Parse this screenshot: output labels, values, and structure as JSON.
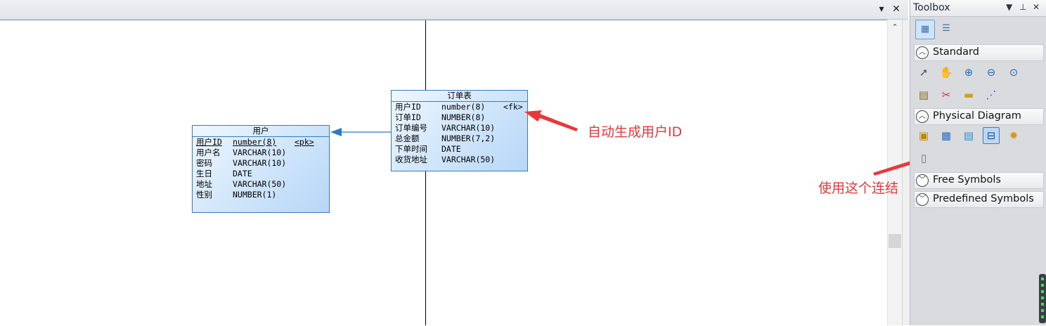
{
  "window": {
    "pin_icon": "▼",
    "close_icon": "✕"
  },
  "diagram": {
    "user_table": {
      "name": "用户",
      "columns": [
        {
          "name": "用户ID",
          "type": "number(8)",
          "key": "<pk>",
          "underline": true
        },
        {
          "name": "用户名",
          "type": "VARCHAR(10)",
          "key": ""
        },
        {
          "name": "密码",
          "type": "VARCHAR(10)",
          "key": ""
        },
        {
          "name": "生日",
          "type": "DATE",
          "key": ""
        },
        {
          "name": "地址",
          "type": "VARCHAR(50)",
          "key": ""
        },
        {
          "name": "性别",
          "type": "NUMBER(1)",
          "key": ""
        }
      ]
    },
    "order_table": {
      "name": "订单表",
      "columns": [
        {
          "name": "用户ID",
          "type": "number(8)",
          "key": "<fk>"
        },
        {
          "name": "订单ID",
          "type": "NUMBER(8)",
          "key": ""
        },
        {
          "name": "订单编号",
          "type": "VARCHAR(10)",
          "key": ""
        },
        {
          "name": "总金额",
          "type": "NUMBER(7,2)",
          "key": ""
        },
        {
          "name": "下单时间",
          "type": "DATE",
          "key": ""
        },
        {
          "name": "收货地址",
          "type": "VARCHAR(50)",
          "key": ""
        }
      ]
    },
    "annotations": {
      "auto_fk": "自动生成用户ID",
      "use_link": "使用这个连结"
    },
    "annotation_color": "#e8383b"
  },
  "toolbox": {
    "title": "Toolbox",
    "sections": {
      "standard": "Standard",
      "physical": "Physical Diagram",
      "free": "Free Symbols",
      "predefined": "Predefined Symbols"
    }
  }
}
